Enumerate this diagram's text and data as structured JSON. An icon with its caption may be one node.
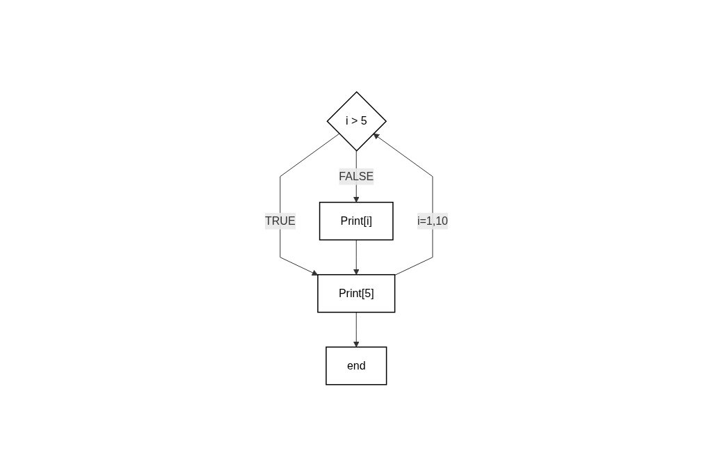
{
  "diagram": {
    "nodes": [
      {
        "text": [
          "i > 5"
        ]
      },
      {
        "text": [
          "Print[i]"
        ]
      },
      {
        "text": [
          "Print[5]"
        ]
      },
      {
        "text": [
          "end"
        ]
      }
    ],
    "edges": [
      {
        "from": 0,
        "to": 1,
        "label": "FALSE",
        "arrow": "to"
      },
      {
        "from": 0,
        "to": 2,
        "label": "TRUE",
        "arrow": "to"
      },
      {
        "from": 1,
        "to": 2,
        "arrow": "to"
      },
      {
        "from": 2,
        "to": 3,
        "arrow": "to"
      },
      {
        "from": 2,
        "to": 0,
        "label": "i=1,10",
        "arrow": "to"
      }
    ]
  }
}
